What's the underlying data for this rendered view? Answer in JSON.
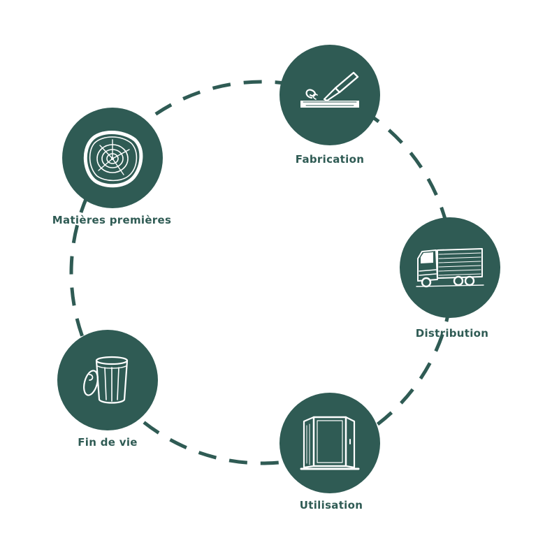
{
  "colors": {
    "primary": "#2f5b54",
    "background": "#ffffff",
    "icon": "#ffffff"
  },
  "stages": [
    {
      "id": "matieres",
      "label": "Matières premières",
      "icon": "tree-rings-icon"
    },
    {
      "id": "fabrication",
      "label": "Fabrication",
      "icon": "chisel-plank-icon"
    },
    {
      "id": "distribution",
      "label": "Distribution",
      "icon": "truck-icon"
    },
    {
      "id": "utilisation",
      "label": "Utilisation",
      "icon": "window-icon"
    },
    {
      "id": "fin",
      "label": "Fin de vie",
      "icon": "trash-can-icon"
    }
  ]
}
